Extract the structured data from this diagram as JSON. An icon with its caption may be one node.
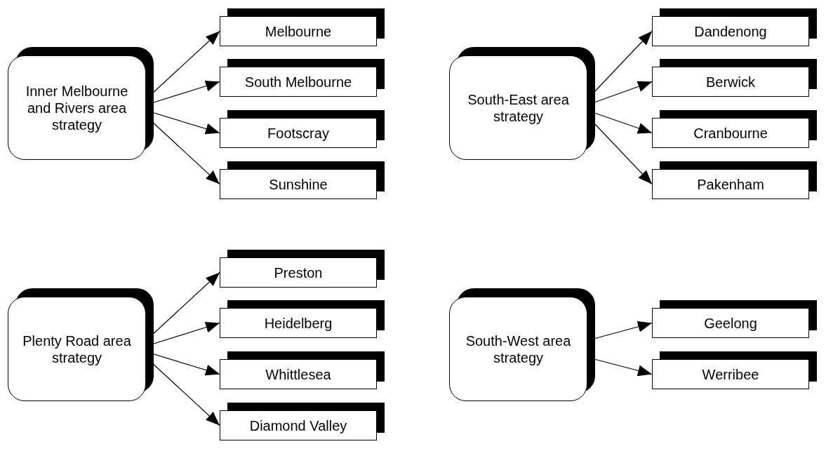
{
  "diagram": {
    "nodes": [
      {
        "text": [
          "Inner Melbourne and Rivers area strategy"
        ]
      },
      {
        "text": [
          "Melbourne"
        ]
      },
      {
        "text": [
          "South Melbourne"
        ]
      },
      {
        "text": [
          "Footscray"
        ]
      },
      {
        "text": [
          "Sunshine"
        ]
      },
      {
        "text": [
          "South-East area strategy"
        ]
      },
      {
        "text": [
          "Dandenong"
        ]
      },
      {
        "text": [
          "Berwick"
        ]
      },
      {
        "text": [
          "Cranbourne"
        ]
      },
      {
        "text": [
          "Pakenham"
        ]
      },
      {
        "text": [
          "Plenty Road area strategy"
        ]
      },
      {
        "text": [
          "Preston"
        ]
      },
      {
        "text": [
          "Heidelberg"
        ]
      },
      {
        "text": [
          "Whittlesea"
        ]
      },
      {
        "text": [
          "Diamond Valley"
        ]
      },
      {
        "text": [
          "South-West area strategy"
        ]
      },
      {
        "text": [
          "Geelong"
        ]
      },
      {
        "text": [
          "Werribee"
        ]
      }
    ],
    "edges": [
      {
        "from": 0,
        "to": 1,
        "arrow": "to"
      },
      {
        "from": 0,
        "to": 2,
        "arrow": "to"
      },
      {
        "from": 0,
        "to": 3,
        "arrow": "to"
      },
      {
        "from": 0,
        "to": 4,
        "arrow": "to"
      },
      {
        "from": 5,
        "to": 6,
        "arrow": "to"
      },
      {
        "from": 5,
        "to": 7,
        "arrow": "to"
      },
      {
        "from": 5,
        "to": 8,
        "arrow": "to"
      },
      {
        "from": 5,
        "to": 9,
        "arrow": "to"
      },
      {
        "from": 10,
        "to": 11,
        "arrow": "to"
      },
      {
        "from": 10,
        "to": 12,
        "arrow": "to"
      },
      {
        "from": 10,
        "to": 13,
        "arrow": "to"
      },
      {
        "from": 10,
        "to": 14,
        "arrow": "to"
      },
      {
        "from": 15,
        "to": 16,
        "arrow": "to"
      },
      {
        "from": 15,
        "to": 17,
        "arrow": "to"
      }
    ]
  }
}
